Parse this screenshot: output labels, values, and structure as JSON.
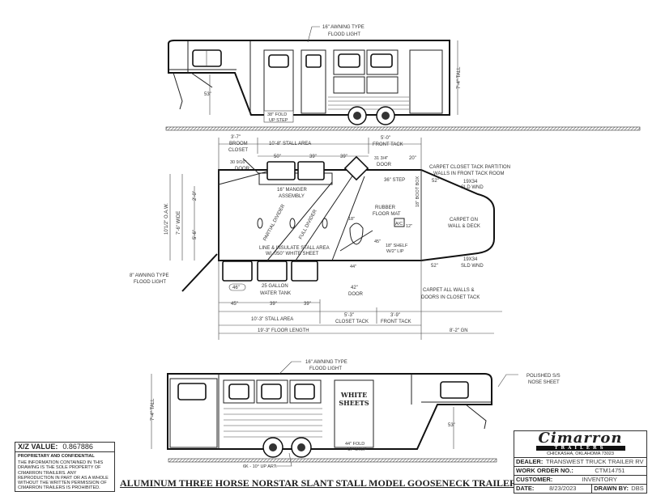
{
  "top_elevation": {
    "flood_light": [
      "16\" AWNING TYPE",
      "FLOOD LIGHT"
    ],
    "height": "7'-4\" TALL",
    "neck_height": "53\"",
    "step": [
      "38\" FOLD",
      "UP STEP"
    ]
  },
  "plan_view": {
    "broom_closet": [
      "3'-7\"",
      "BROOM",
      "CLOSET"
    ],
    "stall_area_top": "10'-8\" STALL AREA",
    "front_tack_top": [
      "5'-0\"",
      "FRONT TACK"
    ],
    "window_dims": [
      "50\"",
      "39\"",
      "39\""
    ],
    "tack_door": [
      "31 3/4\"",
      "DOOR"
    ],
    "tack_20": "20\"",
    "closet_door": [
      "30 9/16\"",
      "DOOR"
    ],
    "carpet_partition": [
      "CARPET CLOSET TACK PARTITION",
      "WALLS IN FRONT TACK ROOM"
    ],
    "window_top": [
      "52\"",
      "19X34",
      "SLD WND"
    ],
    "manger": [
      "16\" MANGER",
      "ASSEMBLY"
    ],
    "step_36": "36\" STEP",
    "oaw": "10'1/2\" O.A.W.",
    "wide": "7'-6\" WIDE",
    "dim_2_0": "2'-0\"",
    "dim_5_6": "5'-6\"",
    "partial_divider": "PARTIAL DIVIDER",
    "full_divider": "FULL DIVIDER",
    "rubber_mat": [
      "RUBBER",
      "FLOOR MAT"
    ],
    "carpet_gn": [
      "CARPET GN",
      "WALL & DECK"
    ],
    "dim_18": "18\"",
    "ac": "A/C",
    "dim_12": "12\"",
    "boot_box": "18\" BOOT BOX",
    "line_insulate": [
      "LINE & INSULATE STALL AREA",
      "W/ .050\" WHITE SHEET"
    ],
    "shelf": [
      "18\" SHELF",
      "W/2\" LIP"
    ],
    "dim_45_shelf": "45\"",
    "dim_44": "44\"",
    "window_bottom": [
      "52\"",
      "19X34",
      "SLD WND"
    ],
    "flood_light_8": [
      "8\" AWNING TYPE",
      "FLOOD LIGHT"
    ],
    "dim_46": "46\"",
    "water_tank": [
      "25 GALLON",
      "WATER TANK"
    ],
    "closet_tack_door": [
      "42\"",
      "DOOR"
    ],
    "carpet_closet": [
      "CARPET ALL WALLS &",
      "DOORS IN CLOSET TACK"
    ],
    "bottom_window_dims": [
      "45\"",
      "39\"",
      "39\""
    ],
    "stall_area_bottom": "10'-3\" STALL AREA",
    "closet_tack": [
      "5'-3\"",
      "CLOSET TACK"
    ],
    "front_tack_bottom": [
      "3'-9\"",
      "FRONT TACK"
    ],
    "floor_length": "19'-3\" FLOOR LENGTH",
    "gn_length": "8'-2\" GN"
  },
  "bottom_elevation": {
    "flood_light": [
      "16\" AWNING TYPE",
      "FLOOD LIGHT"
    ],
    "nose_sheet": [
      "POLISHED S/S",
      "NOSE SHEET"
    ],
    "height": "7'-4\" TALL",
    "white_sheets": [
      "WHITE",
      "SHEETS"
    ],
    "neck_height": "53\"",
    "step": [
      "44\" FOLD",
      "UP STEP"
    ],
    "axle": "6K - 10° UP ART."
  },
  "xz_box": {
    "label": "X/Z VALUE:",
    "value": "0.867886",
    "heading": "PROPRIETARY AND CONFIDENTIAL",
    "lines": [
      "THE INFORMATION CONTAINED IN THIS",
      "DRAWING IS THE SOLE PROPERTY OF",
      "CIMARRON TRAILERS.  ANY",
      "REPRODUCTION IN PART OR AS A WHOLE",
      "WITHOUT THE WRITTEN PERMISSION OF",
      "CIMARRON TRAILERS IS PROHIBITED."
    ]
  },
  "title_block": {
    "brand": "Cimarron",
    "brand_sub": "TRAILERS",
    "city": "CHICKASHA, OKLAHOMA 73023",
    "dealer_label": "DEALER:",
    "dealer": "TRANSWEST TRUCK TRAILER RV",
    "wo_label": "WORK ORDER NO.:",
    "wo": "CTM14751",
    "customer_label": "CUSTOMER:",
    "customer": "INVENTORY",
    "date_label": "DATE:",
    "date": "8/23/2023",
    "drawn_label": "DRAWN BY:",
    "drawn": "DBS"
  },
  "drawing_title": "ALUMINUM THREE HORSE NORSTAR SLANT STALL MODEL GOOSENECK TRAILER"
}
